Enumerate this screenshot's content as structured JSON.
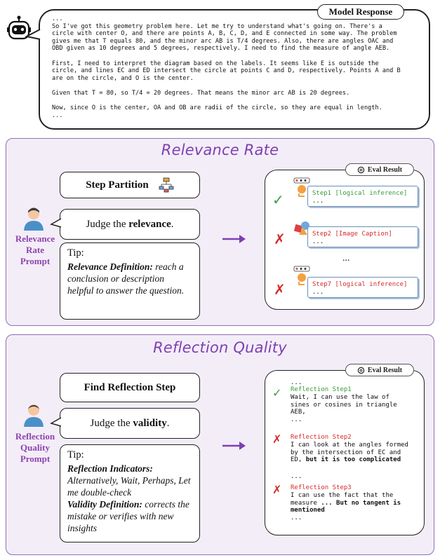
{
  "model_response": {
    "title": "Model Response",
    "text": "...\nSo I've got this geometry problem here. Let me try to understand what's going on. There's a\ncircle with center O, and there are points A, B, C, D, and E connected in some way. The problem\ngives me that T equals 80, and the minor arc AB is T/4 degrees. Also, there are angles OAC and\nOBD given as 10 degrees and 5 degrees, respectively. I need to find the measure of angle AEB.\n\nFirst, I need to interpret the diagram based on the labels. It seems like E is outside the\ncircle, and lines EC and ED intersect the circle at points C and D, respectively. Points A and B\nare on the circle, and O is the center.\n\nGiven that T = 80, so T/4 = 20 degrees. That means the minor arc AB is 20 degrees.\n\nNow, since O is the center, OA and OB are radii of the circle, so they are equal in length.\n..."
  },
  "relevance": {
    "title": "Relevance Rate",
    "prompt_label": [
      "Relevance",
      "Rate",
      "Prompt"
    ],
    "step_box": "Step Partition",
    "judge_prefix": "Judge the ",
    "judge_bold": "relevance",
    "judge_suffix": ".",
    "tip_head": "Tip:",
    "tip_bold": "Relevance Definition:",
    "tip_text": " reach a conclusion or description helpful to answer the question.",
    "eval_tag": "Eval Result",
    "results": [
      {
        "label": "Step1 [logical inference]",
        "dots": "...",
        "status": "correct"
      },
      {
        "label": "Step2 [Image Caption]",
        "dots": "...",
        "status": "wrong"
      },
      {
        "label": "Step7 [logical inference]",
        "dots": "...",
        "status": "wrong"
      }
    ],
    "middle_dots": "..."
  },
  "reflection": {
    "title": "Reflection Quality",
    "prompt_label": [
      "Reflection",
      "Quality",
      "Prompt"
    ],
    "step_box": "Find Reflection Step",
    "judge_prefix": "Judge the ",
    "judge_bold": "validity",
    "judge_suffix": ".",
    "tip_head": "Tip:",
    "indicators_bold": "Reflection Indicators:",
    "indicators_text": "Alternatively, Wait, Perhaps, Let me double-check",
    "validity_bold": "Validity Definition:",
    "validity_text": " corrects the mistake or verifies with new insights",
    "eval_tag": "Eval Result",
    "top_dots": "...",
    "steps": [
      {
        "label": "Reflection Step1",
        "text": "Wait, I can use the law of\nsines or cosines in triangle\nAEB,",
        "bold": "",
        "after": "...",
        "status": "correct"
      },
      {
        "label": "Reflection Step2",
        "text": "I can look at the angles formed\nby the intersection of EC and\nED, ",
        "bold": "but it is too complicated",
        "after": "",
        "status": "wrong"
      },
      {
        "label": "Reflection Step3",
        "text": "I can use the fact that the\nmeasure ",
        "bold": "... But no tangent is\nmentioned",
        "after": "...",
        "status": "wrong"
      }
    ],
    "middle_dots": "..."
  },
  "marks": {
    "correct": "✓",
    "wrong": "✗"
  },
  "colors": {
    "panel_border": "#8e6fb3",
    "panel_bg": "#f3edf8",
    "title": "#7f3fb0",
    "correct": "#3a9a3a",
    "wrong": "#d42a2a",
    "arrow": "#7f3fb0"
  }
}
